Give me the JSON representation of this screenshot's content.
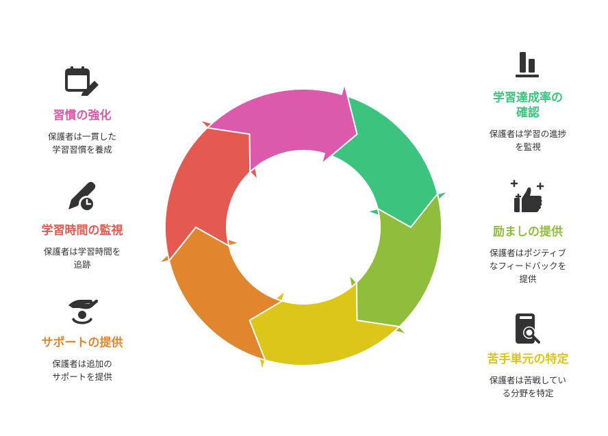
{
  "colors": {
    "green": "#3cc47f",
    "lime": "#8fbd3c",
    "yellow": "#dcc61a",
    "orange": "#e0862f",
    "red": "#e45950",
    "pink": "#dc5aab",
    "icon": "#333333"
  },
  "steps": [
    {
      "id": "achievement",
      "title": "学習達成率の確認",
      "title_lines": [
        "学習達成率の",
        "確認"
      ],
      "desc_lines": [
        "保護者は学習の進捗",
        "を監視"
      ],
      "color": "green",
      "icon": "bar-chart-icon"
    },
    {
      "id": "encouragement",
      "title": "励ましの提供",
      "title_lines": [
        "励ましの提供"
      ],
      "desc_lines": [
        "保護者はポジティブ",
        "なフィードバックを",
        "提供"
      ],
      "color": "lime",
      "icon": "thumbs-up-icon"
    },
    {
      "id": "weak-units",
      "title": "苦手単元の特定",
      "title_lines": [
        "苦手単元の特定"
      ],
      "desc_lines": [
        "保護者は苦戦してい",
        "る分野を特定"
      ],
      "color": "yellow",
      "icon": "book-search-icon"
    },
    {
      "id": "support",
      "title": "サポートの提供",
      "title_lines": [
        "サポートの提供"
      ],
      "desc_lines": [
        "保護者は追加の",
        "サポートを提供"
      ],
      "color": "orange",
      "icon": "hand-support-icon"
    },
    {
      "id": "study-time",
      "title": "学習時間の監視",
      "title_lines": [
        "学習時間の監視"
      ],
      "desc_lines": [
        "保護者は学習時間を",
        "追跡"
      ],
      "color": "red",
      "icon": "pen-clock-icon"
    },
    {
      "id": "habit",
      "title": "習慣の強化",
      "title_lines": [
        "習慣の強化"
      ],
      "desc_lines": [
        "保護者は一貫した",
        "学習習慣を養成"
      ],
      "color": "pink",
      "icon": "calendar-edit-icon"
    }
  ]
}
